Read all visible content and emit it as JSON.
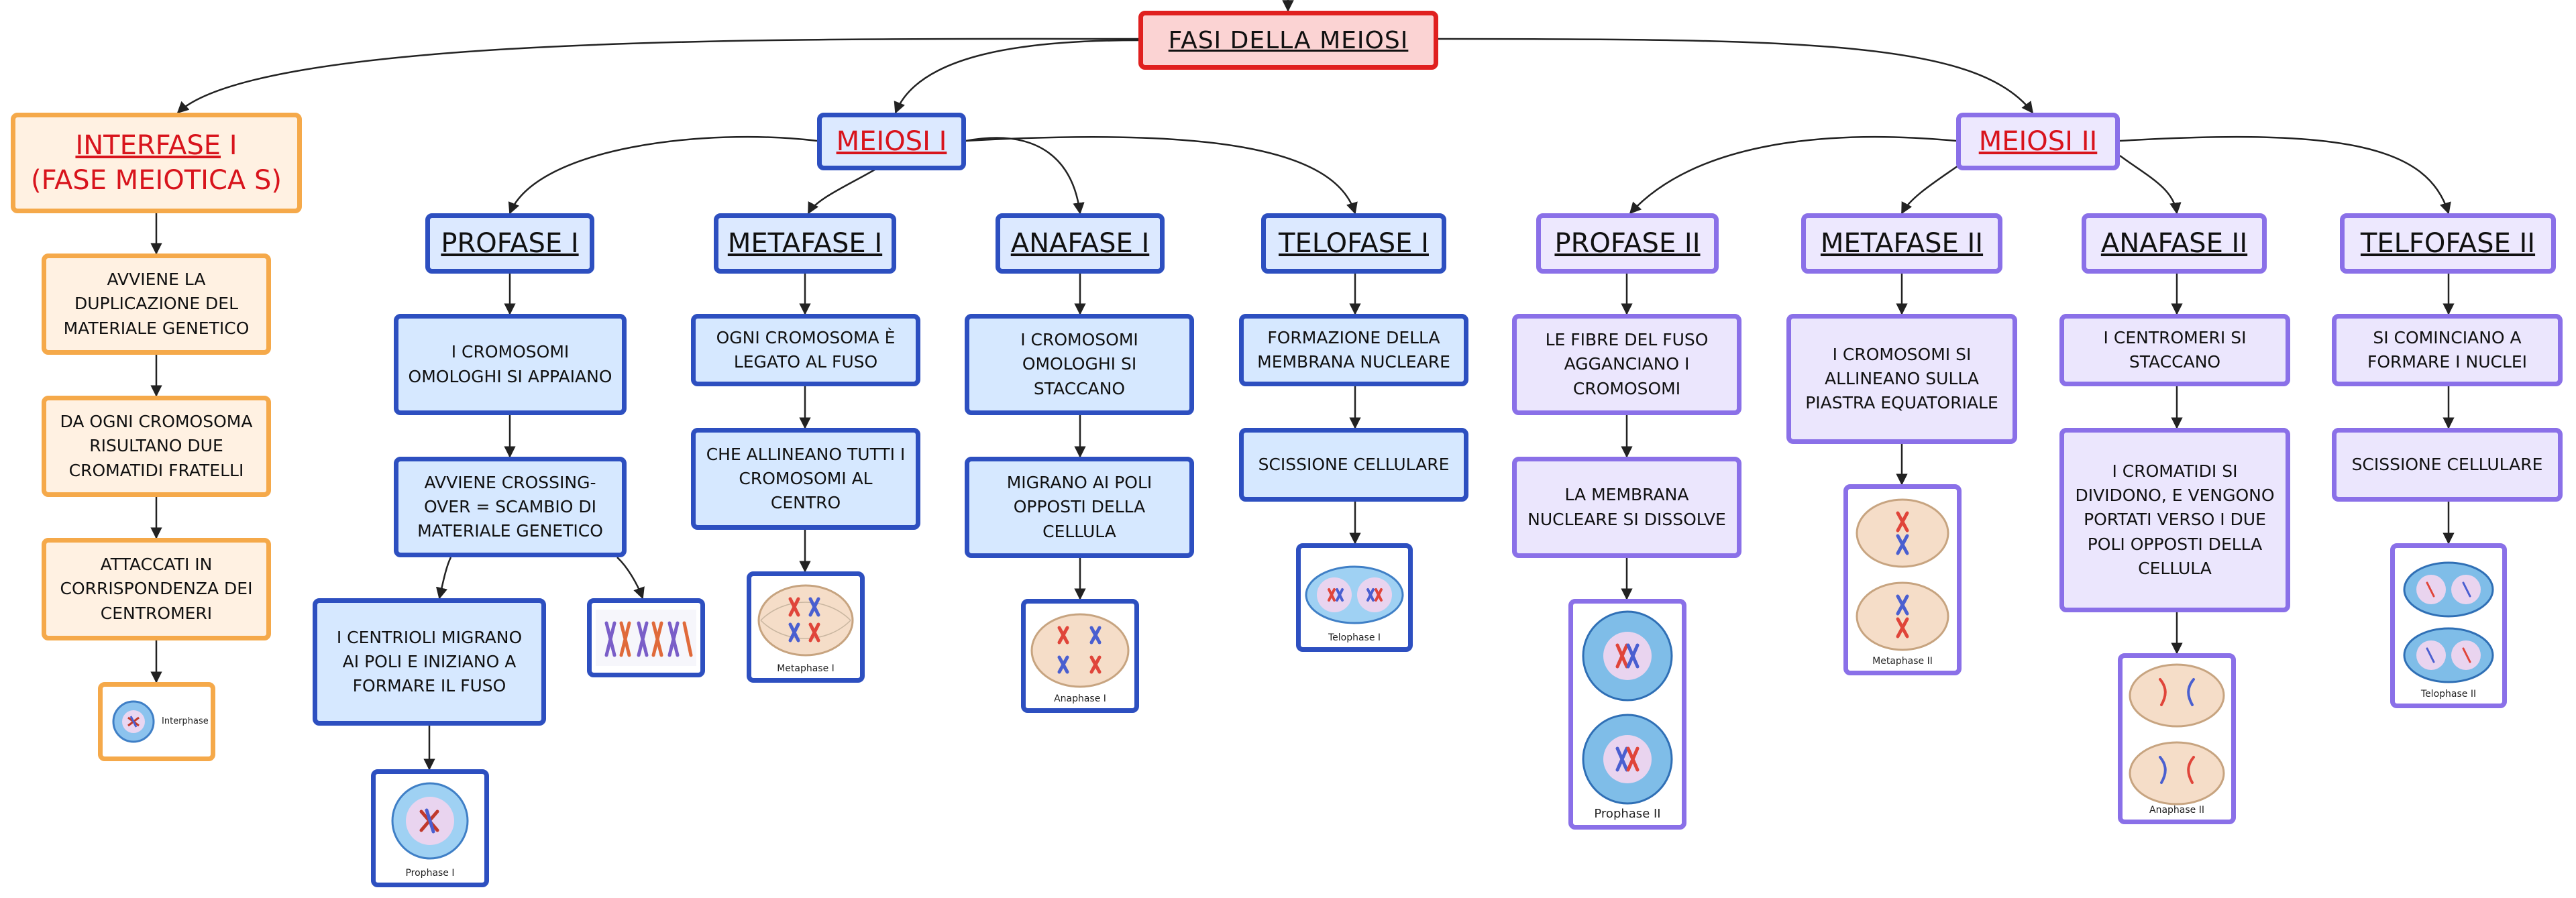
{
  "title": "FASI DELLA MEIOSI",
  "interfase": {
    "title_part1": "INTERFASE",
    "title_part2": " I",
    "title_line2": "(FASE MEIOTICA S)",
    "steps": [
      "AVVIENE LA DUPLICAZIONE DEL MATERIALE GENETICO",
      "DA OGNI CROMOSOMA RISULTANO DUE CROMATIDI FRATELLI",
      "ATTACCATI IN CORRISPONDENZA DEI CENTROMERI"
    ],
    "image_caption": "Interphase"
  },
  "meiosi1": {
    "title": "MEIOSI I",
    "phases": {
      "profase": {
        "title": "PROFASE I",
        "steps": [
          "I CROMOSOMI OMOLOGHI SI APPAIANO",
          "AVVIENE CROSSING-OVER = SCAMBIO DI MATERIALE GENETICO",
          "I CENTRIOLI MIGRANO AI POLI E INIZIANO A FORMARE IL FUSO"
        ],
        "image_caption": "Prophase I"
      },
      "metafase": {
        "title": "METAFASE I",
        "steps": [
          "OGNI CROMOSOMA È LEGATO AL FUSO",
          "CHE ALLINEANO TUTTI I CROMOSOMI AL CENTRO"
        ],
        "image_caption": "Metaphase I"
      },
      "anafase": {
        "title": "ANAFASE I",
        "steps": [
          "I CROMOSOMI OMOLOGHI SI STACCANO",
          "MIGRANO AI POLI OPPOSTI DELLA CELLULA"
        ],
        "image_caption": "Anaphase I"
      },
      "telofase": {
        "title": "TELOFASE I",
        "steps": [
          "FORMAZIONE DELLA MEMBRANA NUCLEARE",
          "SCISSIONE CELLULARE"
        ],
        "image_caption": "Telophase I"
      }
    }
  },
  "meiosi2": {
    "title": "MEIOSI II",
    "phases": {
      "profase": {
        "title": "PROFASE II",
        "steps": [
          "LE FIBRE DEL FUSO AGGANCIANO I CROMOSOMI",
          "LA MEMBRANA NUCLEARE SI DISSOLVE"
        ],
        "image_caption": "Prophase II"
      },
      "metafase": {
        "title": "METAFASE II",
        "steps": [
          "I CROMOSOMI SI ALLINEANO SULLA PIASTRA EQUATORIALE"
        ],
        "image_caption": "Metaphase II"
      },
      "anafase": {
        "title": "ANAFASE II",
        "steps": [
          "I CENTROMERI SI STACCANO",
          "I CROMATIDI SI DIVIDONO, E VENGONO PORTATI VERSO I DUE POLI OPPOSTI DELLA CELLULA"
        ],
        "image_caption": "Anaphase II"
      },
      "telofase": {
        "title": "TELFOFASE II",
        "steps": [
          "SI COMINCIANO A FORMARE I NUCLEI",
          "SCISSIONE CELLULARE"
        ],
        "image_caption": "Telophase II"
      }
    }
  },
  "colors": {
    "title_border": "#e0201f",
    "title_fill": "#fbd3d3",
    "interfase_border": "#f5a94a",
    "interfase_fill": "#fff1e2",
    "meiosi1_border": "#2d4fc0",
    "meiosi1_fill": "#d6e8ff",
    "meiosi2_border": "#8a70e8",
    "meiosi2_fill": "#ebe6fd",
    "heading_red": "#d8141c",
    "chromosome_red": "#e0453a",
    "chromosome_blue": "#4a5fd0"
  }
}
